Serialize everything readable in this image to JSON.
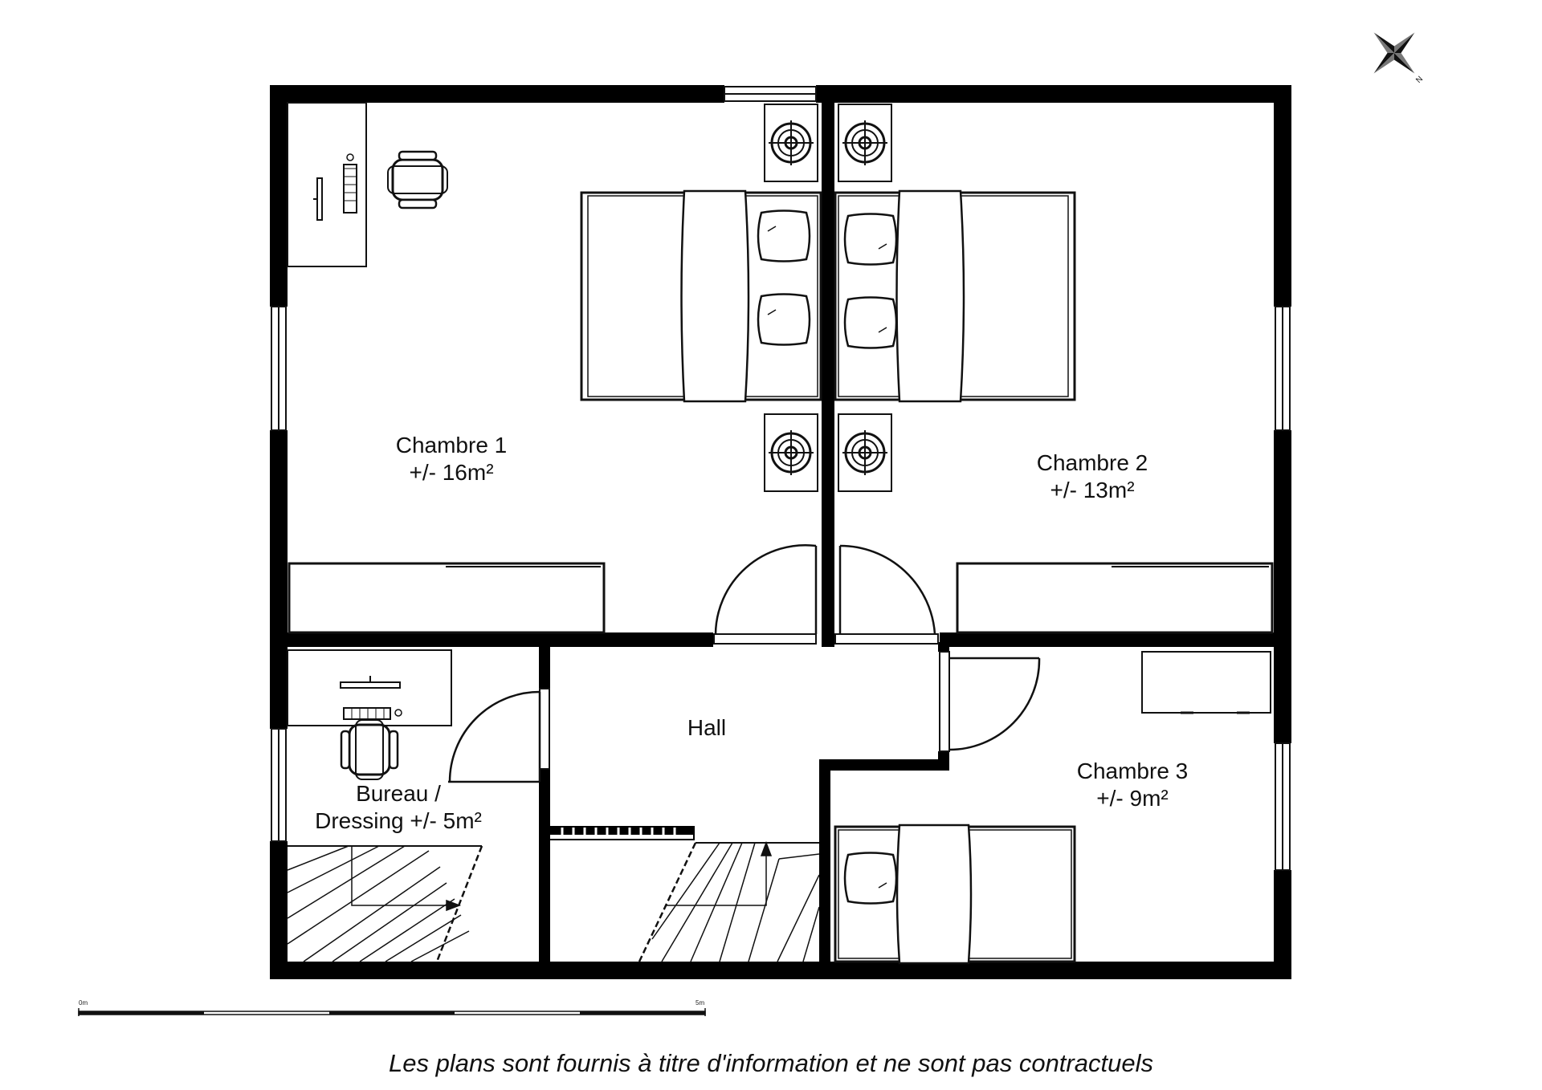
{
  "rooms": {
    "chambre1": {
      "name": "Chambre 1",
      "area": "+/- 16m²"
    },
    "chambre2": {
      "name": "Chambre 2",
      "area": "+/- 13m²"
    },
    "chambre3": {
      "name": "Chambre 3",
      "area": "+/- 9m²"
    },
    "bureau": {
      "name": "Bureau /",
      "area": "Dressing +/- 5m²"
    },
    "hall": {
      "name": "Hall"
    }
  },
  "scale_bar": {
    "start_label": "0m",
    "end_label": "5m"
  },
  "compass": {
    "letter": "N",
    "icon": "compass-rose-icon"
  },
  "disclaimer": "Les plans sont fournis à titre d'information et ne sont pas contractuels",
  "colors": {
    "wall": "#000000",
    "fixture_line": "#111111",
    "background": "#ffffff"
  }
}
